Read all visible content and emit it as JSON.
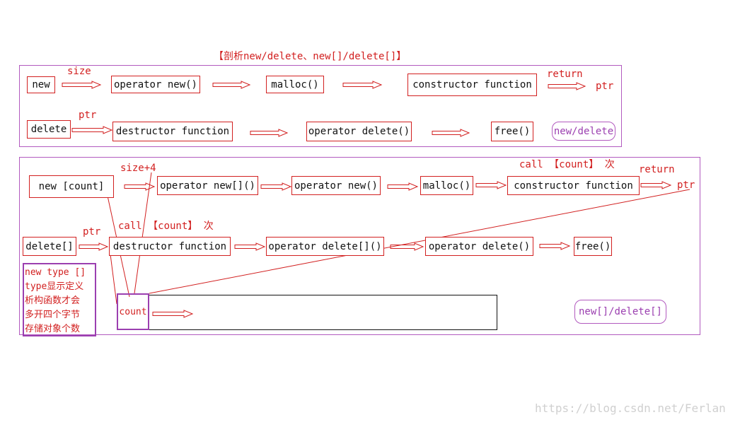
{
  "title": "【剖析new/delete、new[]/delete[]】",
  "section1": {
    "row1": {
      "boxes": [
        "new",
        "operator new()",
        "malloc()",
        "constructor function"
      ],
      "size_label": "size",
      "return_label": "return",
      "ptr_label": "ptr"
    },
    "row2": {
      "boxes": [
        "delete",
        "destructor function",
        "operator delete()",
        "free()"
      ],
      "ptr_label": "ptr"
    },
    "tag": "new/delete"
  },
  "section2": {
    "row1": {
      "boxes": [
        "new [count]",
        "operator new[]()",
        "operator new()",
        "malloc()",
        "constructor function"
      ],
      "size_label": "size+4",
      "call_label": "call 【count】 次",
      "return_label": "return",
      "ptr_label": "ptr"
    },
    "row2": {
      "boxes": [
        "delete[]",
        "destructor function",
        "operator delete[]()",
        "operator delete()",
        "free()"
      ],
      "ptr_label": "ptr",
      "call_label": "call 【count】 次"
    },
    "notes": [
      "new type []",
      "type显示定义",
      "析构函数才会",
      "多开四个字节",
      "存储对象个数"
    ],
    "memory": {
      "count_label": "count"
    },
    "tag": "new[]/delete[]"
  },
  "watermark": "https://blog.csdn.net/Ferlan",
  "colors": {
    "red": "#d22020",
    "purple": "#b25abf",
    "dark_purple": "#9b3fb0"
  },
  "icons": [
    "hollow-right-arrow-icon"
  ]
}
